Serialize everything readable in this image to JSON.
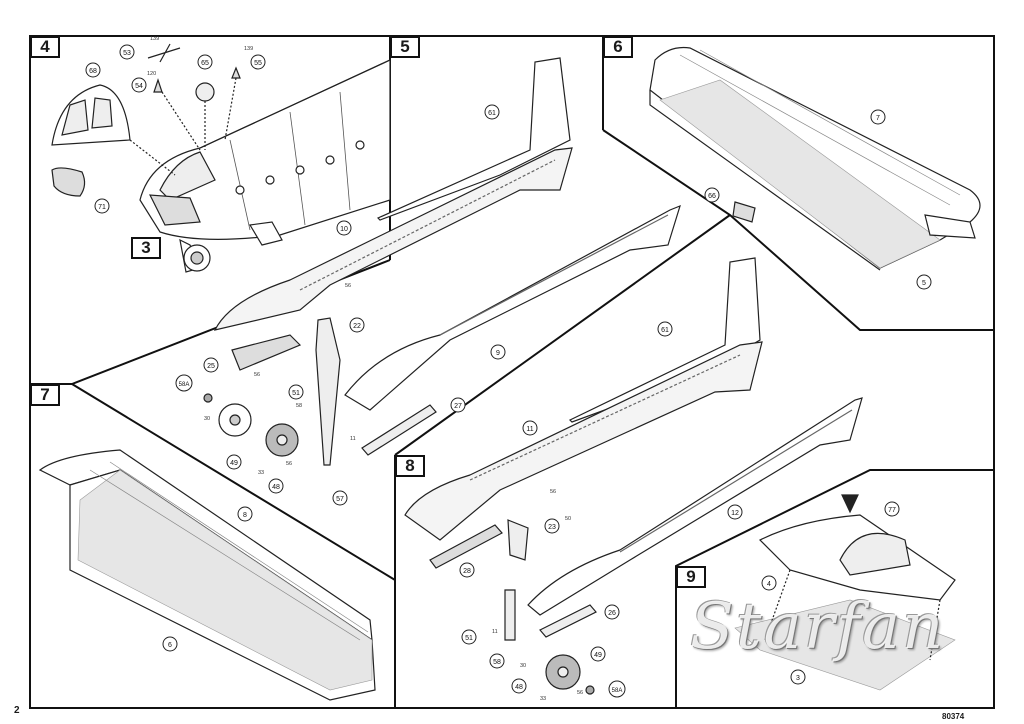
{
  "steps": {
    "s4": "4",
    "s3": "3",
    "s5": "5",
    "s6": "6",
    "s7": "7",
    "s8": "8",
    "s9": "9"
  },
  "callouts": {
    "p53": "53",
    "p65": "65",
    "p55": "55",
    "p54": "54",
    "p68": "68",
    "p71": "71",
    "p61a": "61",
    "p10": "10",
    "p22": "22",
    "p25": "25",
    "p51a": "51",
    "p58a": "58A",
    "p49a": "49",
    "p48a": "48",
    "p57": "57",
    "p27": "27",
    "p9": "9",
    "p7": "7",
    "p66": "66",
    "p5": "5",
    "p8": "8",
    "p6": "6",
    "p61b": "61",
    "p11": "11",
    "p12": "12",
    "p23": "23",
    "p28": "28",
    "p51b": "51",
    "p26": "26",
    "p58b": "58",
    "p49b": "49",
    "p48b": "48",
    "p58c": "58A",
    "p77": "77",
    "p4": "4",
    "p3": "3"
  },
  "small_labels": {
    "l139a": "139",
    "l139b": "139",
    "l120": "120",
    "l56a": "56",
    "l56b": "56",
    "l56c": "56",
    "l56d": "56",
    "l56e": "56",
    "l58": "58",
    "l11a": "11",
    "l11b": "11",
    "l50": "50",
    "l30a": "30",
    "l30b": "30",
    "l33a": "33",
    "l33b": "33"
  },
  "footer": {
    "page": "2",
    "code": "80374"
  },
  "watermark": "Starfan"
}
